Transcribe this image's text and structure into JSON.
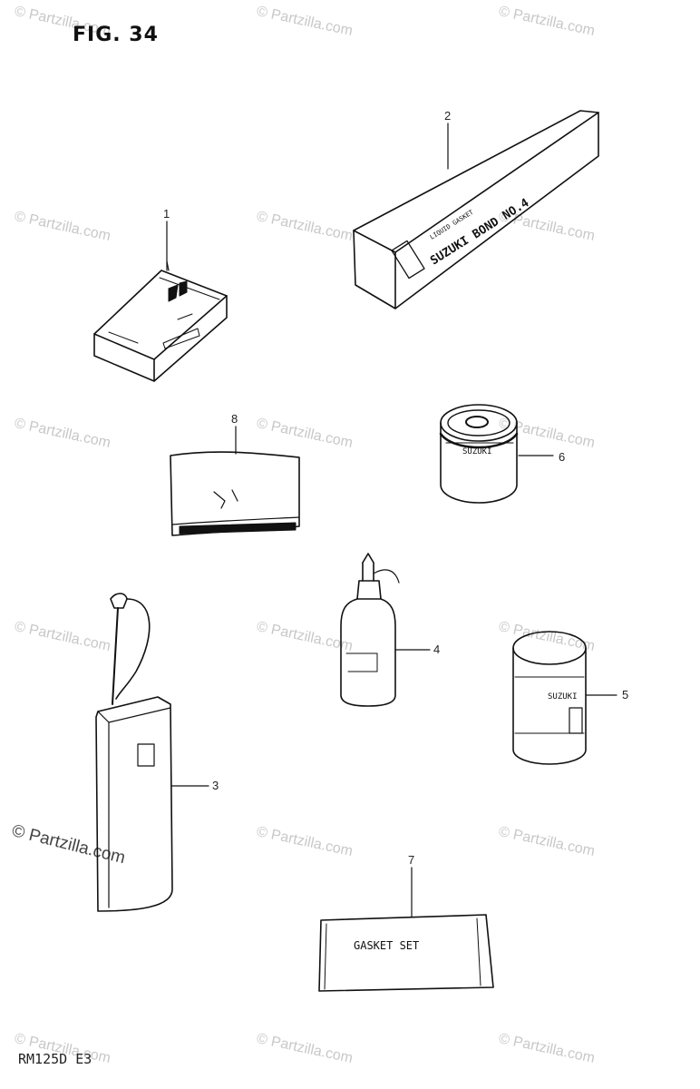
{
  "figure": {
    "title": "FIG. 34",
    "code": "RM125D E3"
  },
  "watermark": {
    "text": "© Partzilla.com"
  },
  "parts": [
    {
      "number": "1",
      "name": "chain-lube-box-icon"
    },
    {
      "number": "2",
      "name": "suzuki-bond-box-icon",
      "label": "SUZUKI BOND NO.4",
      "sublabel": "LIQUID GASKET"
    },
    {
      "number": "3",
      "name": "oil-can-icon"
    },
    {
      "number": "4",
      "name": "oil-bottle-icon"
    },
    {
      "number": "5",
      "name": "grease-can-icon",
      "label": "SUZUKI"
    },
    {
      "number": "6",
      "name": "oil-tin-icon",
      "label": "SUZUKI"
    },
    {
      "number": "7",
      "name": "gasket-set-icon",
      "label": "GASKET SET"
    },
    {
      "number": "8",
      "name": "pouch-icon"
    }
  ]
}
